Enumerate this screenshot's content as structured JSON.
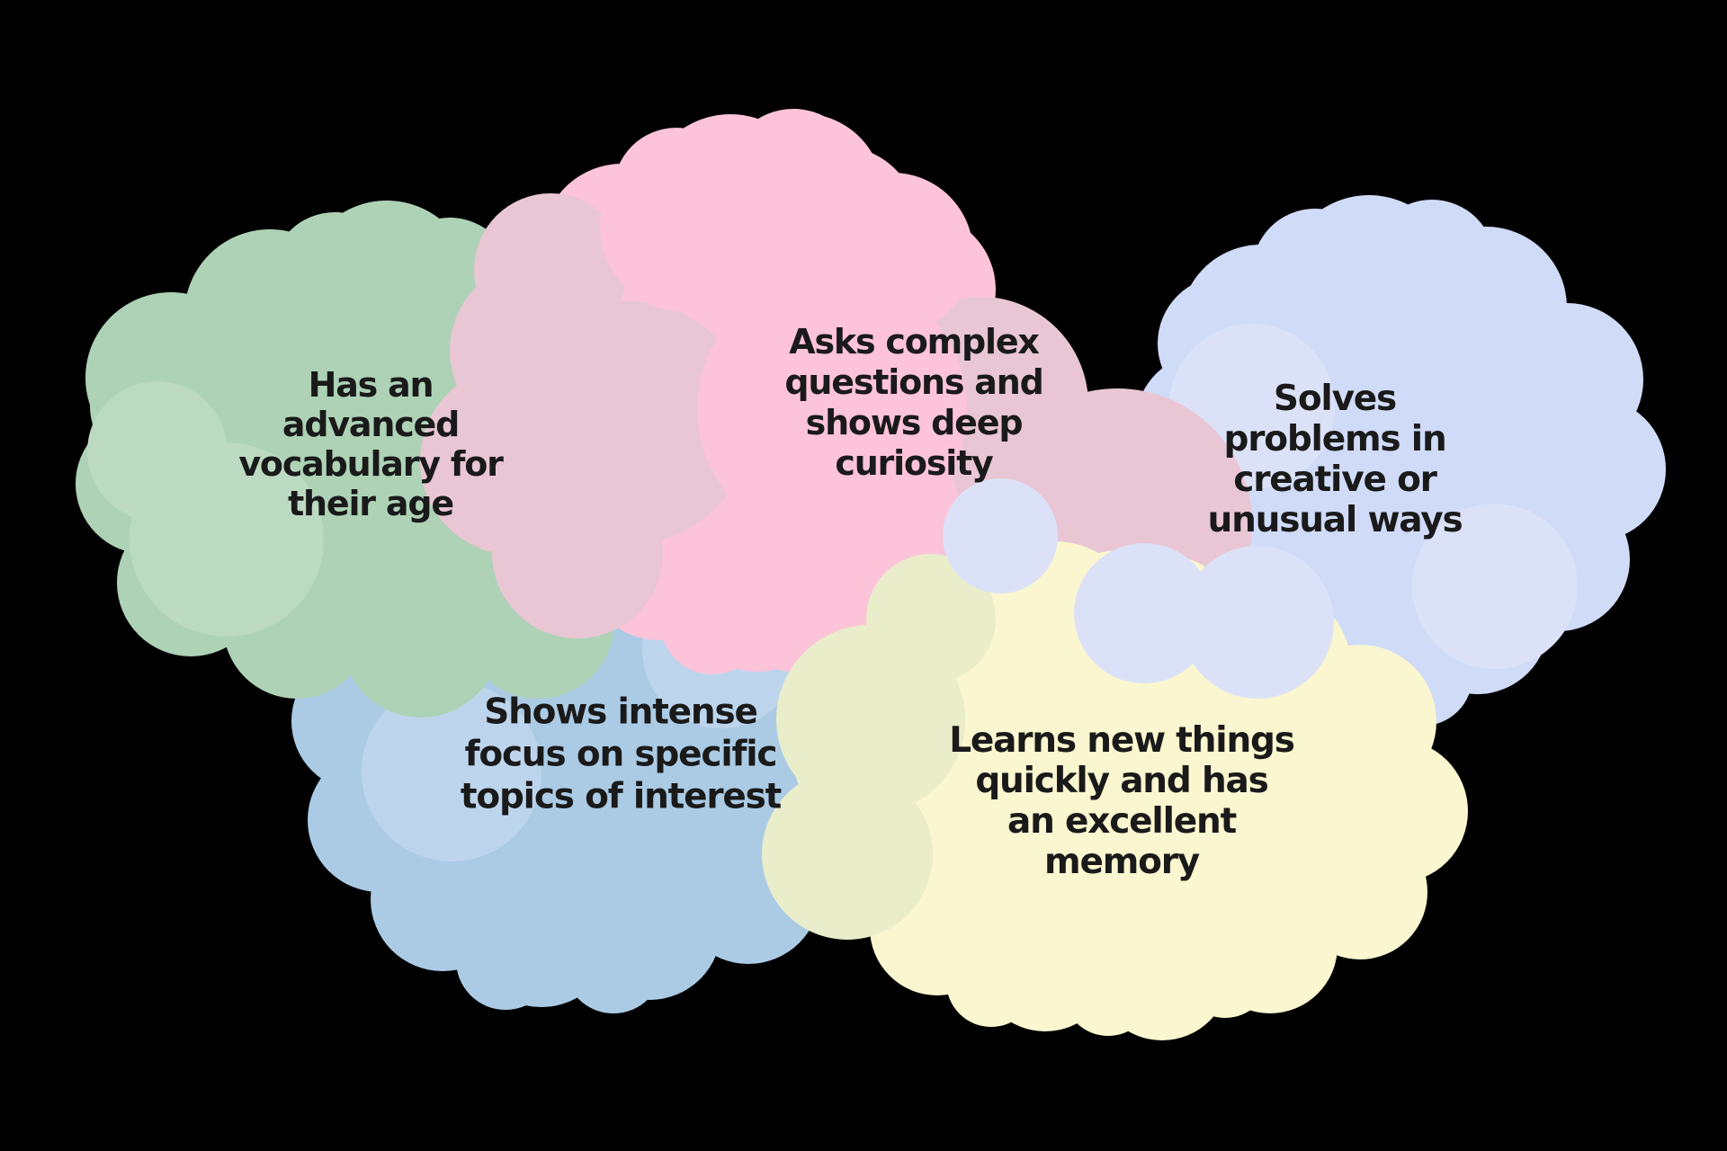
{
  "canvas": {
    "background": "#000000",
    "text_color": "#1a1a1a"
  },
  "blobs": [
    {
      "name": "green",
      "color": "#aed2b6",
      "light": "#bcd9c2",
      "lines": [
        "Has an",
        "advanced",
        "vocabulary for",
        "their age"
      ]
    },
    {
      "name": "pink",
      "color": "#fcc3d9",
      "light": "#e9c6d4",
      "lines": [
        "Asks complex",
        "questions and",
        "shows deep",
        "curiosity"
      ]
    },
    {
      "name": "periwinkle",
      "color": "#cfdbf7",
      "light": "#dbe2f8",
      "lines": [
        "Solves",
        "problems in",
        "creative or",
        "unusual ways"
      ]
    },
    {
      "name": "blue",
      "color": "#abcbe5",
      "light": "#bdd5ec",
      "lines": [
        "Shows intense",
        "focus on specific",
        "topics of interest"
      ]
    },
    {
      "name": "yellow",
      "color": "#faf6cf",
      "light": "#e9edca",
      "lines": [
        "Learns new things",
        "quickly and has",
        "an excellent",
        "memory"
      ]
    }
  ]
}
